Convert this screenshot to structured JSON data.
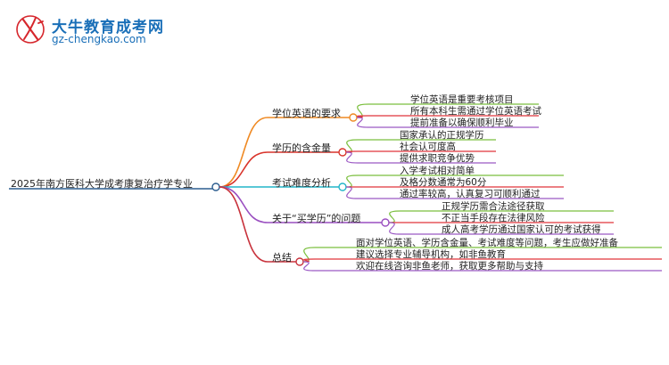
{
  "logo": {
    "title": "大牛教育成考网",
    "url": "gz-chengkao.com",
    "mark_text": "大牛"
  },
  "mindmap": {
    "root": "2025年南方医科大学成考康复治疗学专业",
    "branches": [
      {
        "label": "学位英语的要求",
        "color": "#ef8a24",
        "leaves": [
          "学位英语是重要考核项目",
          "所有本科生需通过学位英语考试",
          "提前准备以确保顺利毕业"
        ]
      },
      {
        "label": "学历的含金量",
        "color": "#d9342b",
        "leaves": [
          "国家承认的正规学历",
          "社会认可度高",
          "提供求职竞争优势"
        ]
      },
      {
        "label": "考试难度分析",
        "color": "#22b5c9",
        "leaves": [
          "入学考试相对简单",
          "及格分数通常为60分",
          "通过率较高，认真复习可顺利通过"
        ]
      },
      {
        "label": "关于“买学历”的问题",
        "color": "#9a4fc0",
        "leaves": [
          "正规学历需合法途径获取",
          "不正当手段存在法律风险",
          "成人高考学历通过国家认可的考试获得"
        ]
      },
      {
        "label": "总结",
        "color": "#c8323c",
        "leaves": [
          "面对学位英语、学历含金量、考试难度等问题，考生应做好准备",
          "建议选择专业辅导机构，如非鱼教育",
          "欢迎在线咨询非鱼老师，获取更多帮助与支持"
        ]
      }
    ],
    "leaf_colors": [
      "#7bbf3e",
      "#e0343a",
      "#9b59c4"
    ],
    "root_color": "#2c5d8f"
  }
}
